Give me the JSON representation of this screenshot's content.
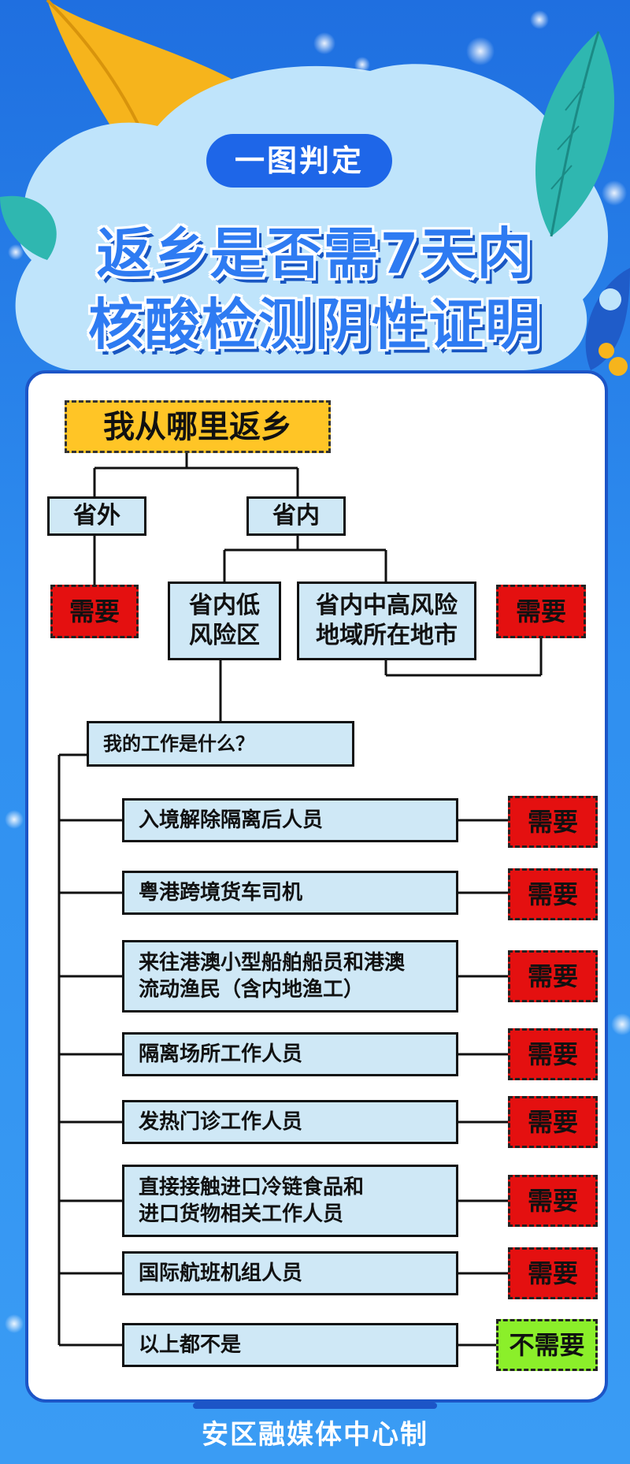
{
  "header": {
    "badge": "一图判定",
    "title_line1": "返乡是否需7天内",
    "title_line2": "核酸检测阴性证明"
  },
  "flow": {
    "root": "我从哪里返乡",
    "outside": "省外",
    "inside": "省内",
    "low_risk": "省内低\n风险区",
    "mid_high_risk": "省内中高风险\n地域所在地市",
    "question": "我的工作是什么？",
    "need_label": "需要",
    "no_need_label": "不需要",
    "jobs": [
      {
        "label": "入境解除隔离后人员",
        "result": "需要"
      },
      {
        "label": "粤港跨境货车司机",
        "result": "需要"
      },
      {
        "label": "来往港澳小型船舶船员和港澳\n流动渔民（含内地渔工）",
        "result": "需要"
      },
      {
        "label": "隔离场所工作人员",
        "result": "需要"
      },
      {
        "label": "发热门诊工作人员",
        "result": "需要"
      },
      {
        "label": "直接接触进口冷链食品和\n进口货物相关工作人员",
        "result": "需要"
      },
      {
        "label": "国际航班机组人员",
        "result": "需要"
      },
      {
        "label": "以上都不是",
        "result": "不需要"
      }
    ]
  },
  "footer": {
    "text": "安区融媒体中心制"
  },
  "colors": {
    "background": "#2f8ff0",
    "title": "#2e7bf2",
    "node_fill": "#cfe8f6",
    "need": "#e41010",
    "no_need": "#8bef2a",
    "root": "#ffc526"
  }
}
